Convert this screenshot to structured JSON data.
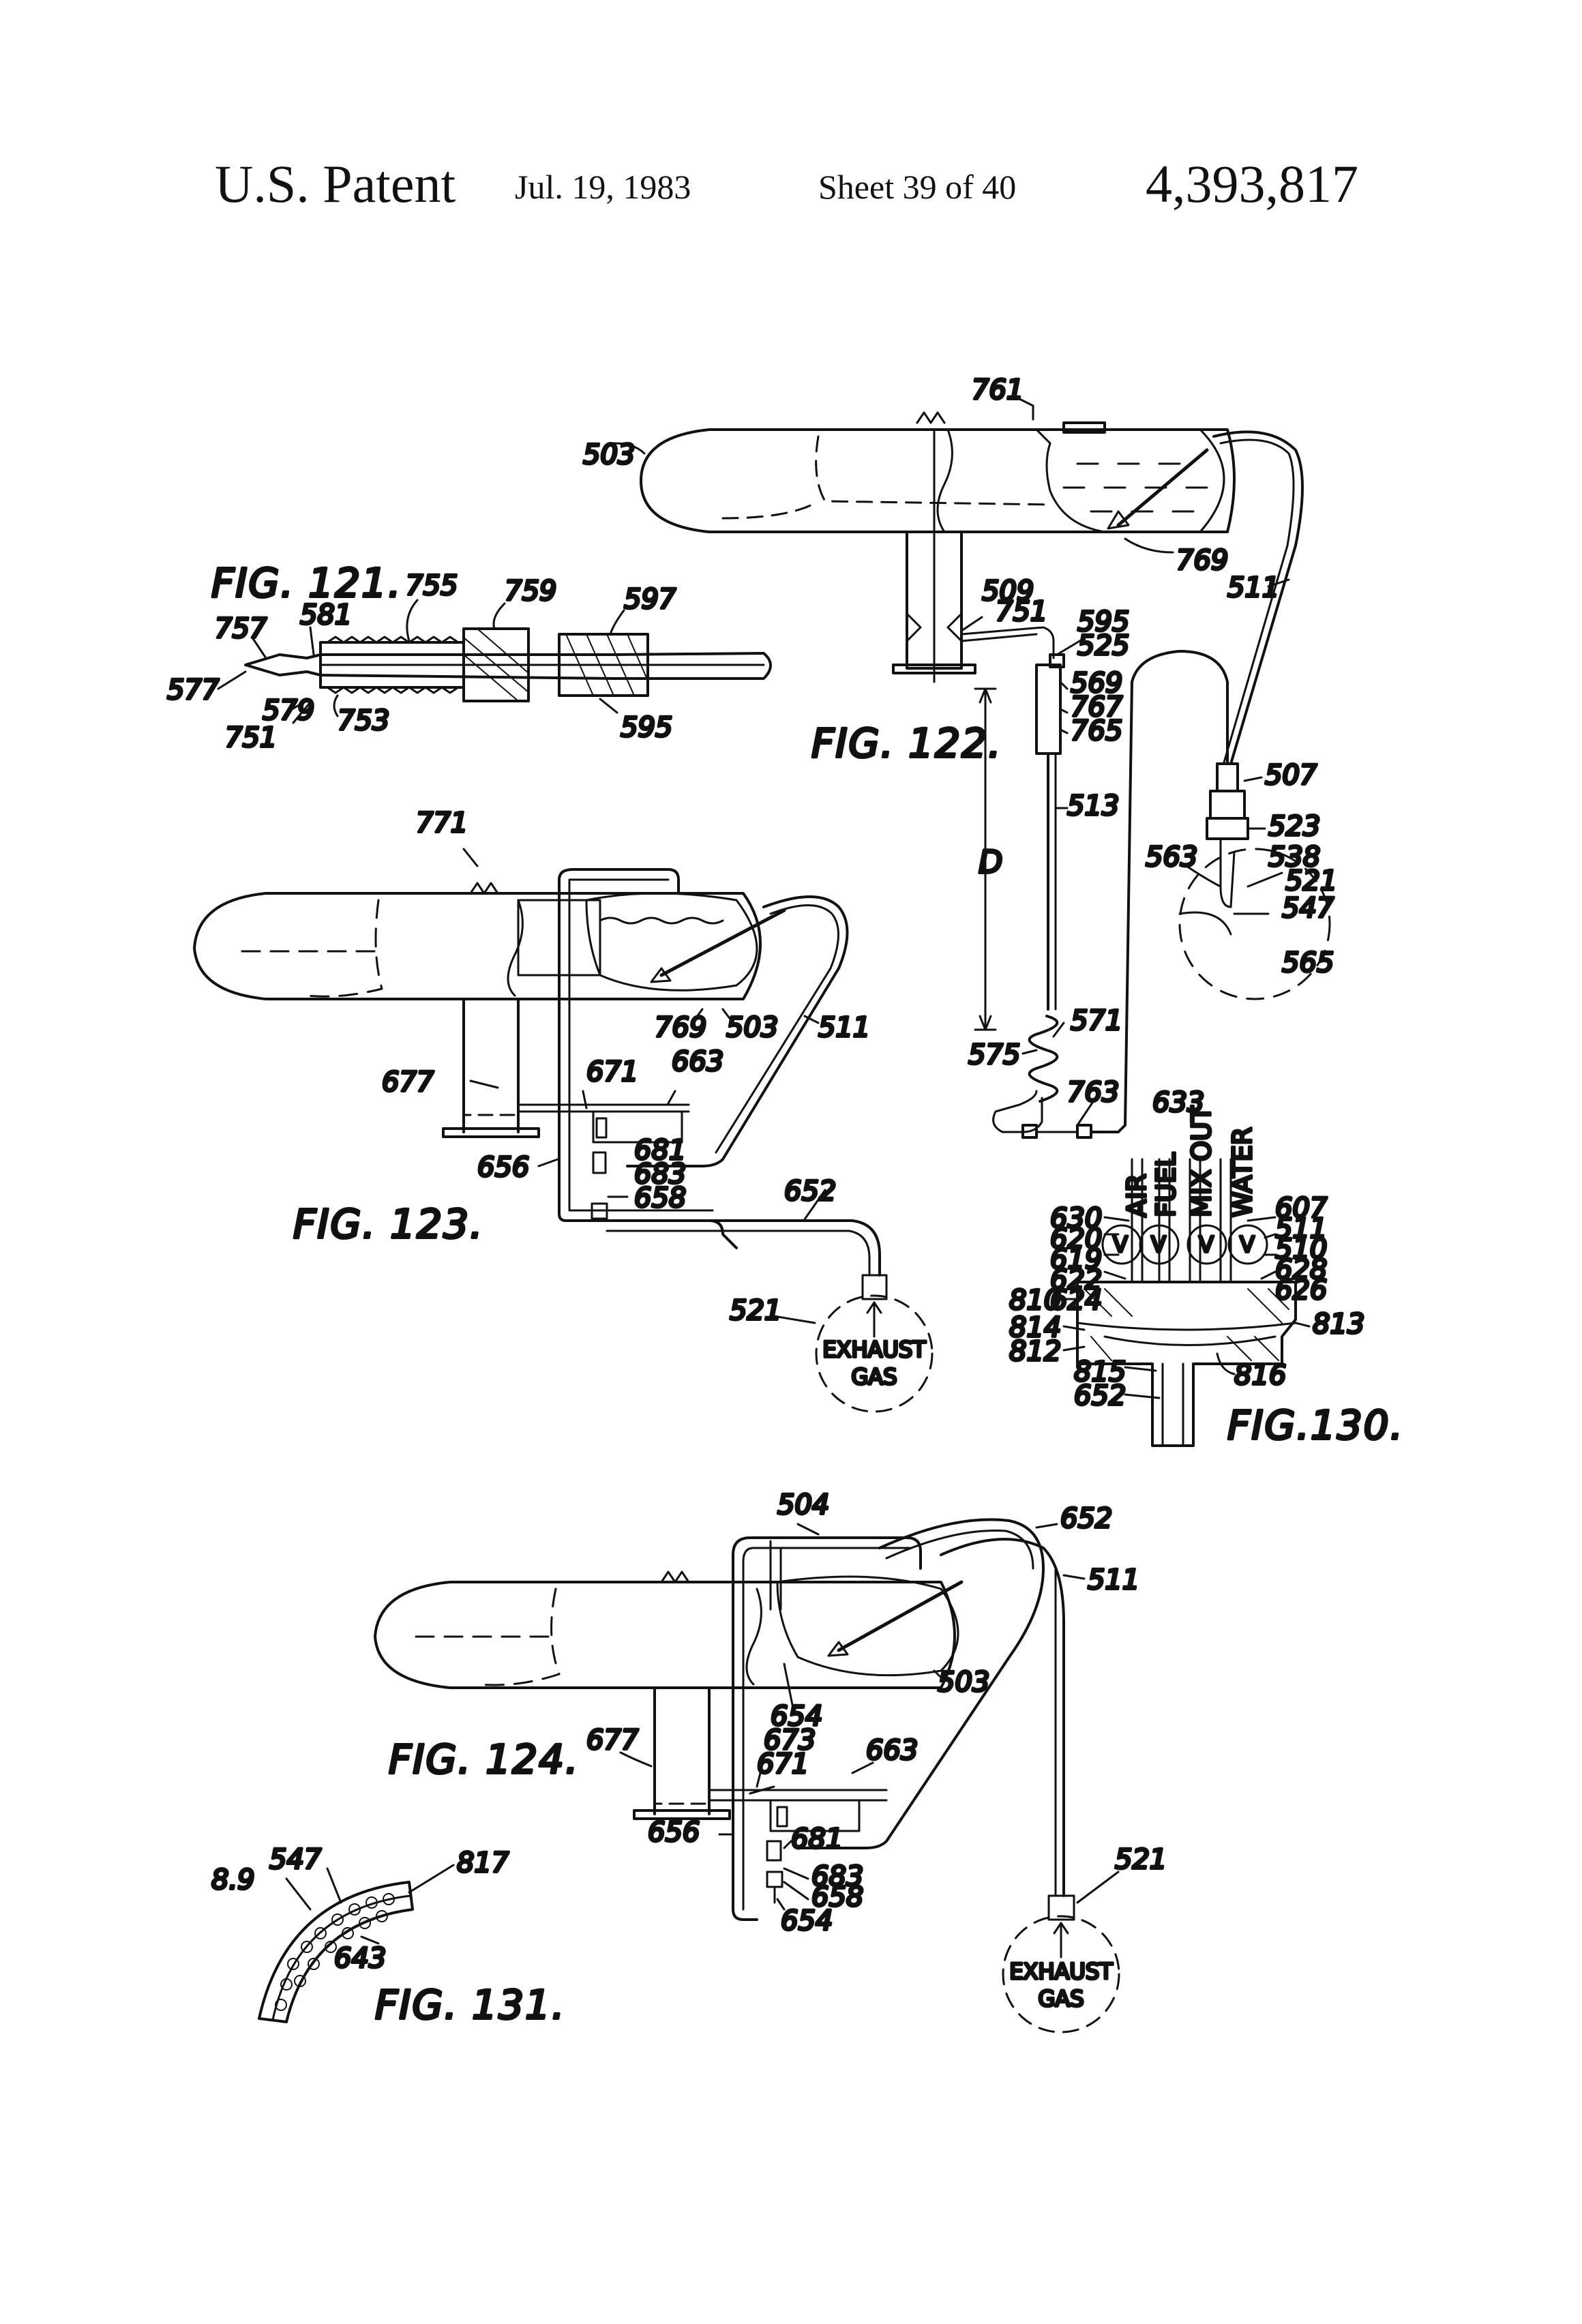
{
  "header": {
    "left": "U.S. Patent",
    "date": "Jul. 19, 1983",
    "sheet": "Sheet 39 of 40",
    "number": "4,393,817"
  },
  "figures": {
    "fig121": {
      "title": "FIG. 121.",
      "refs": {
        "r755": "755",
        "r759": "759",
        "r597": "597",
        "r581": "581",
        "r757": "757",
        "r577": "577",
        "r579": "579",
        "r751": "751",
        "r753": "753",
        "r595": "595"
      }
    },
    "fig122": {
      "title": "FIG. 122.",
      "refs": {
        "r761": "761",
        "r503": "503",
        "r769": "769",
        "r511": "511",
        "r509": "509",
        "r751": "751",
        "r595": "595",
        "r525": "525",
        "r569": "569",
        "r767": "767",
        "r765": "765",
        "r507": "507",
        "r513": "513",
        "D": "D",
        "r523": "523",
        "r563": "563",
        "r538": "538",
        "r521": "521",
        "r547": "547",
        "r565": "565",
        "r575": "575",
        "r571": "571",
        "r763": "763"
      }
    },
    "fig123": {
      "title": "FIG. 123.",
      "refs": {
        "r771": "771",
        "r769": "769",
        "r503": "503",
        "r511": "511",
        "r677": "677",
        "r671": "671",
        "r663": "663",
        "r681": "681",
        "r683": "683",
        "r656": "656",
        "r658": "658",
        "r652": "652",
        "r521": "521"
      },
      "circle_line1": "EXHAUST",
      "circle_line2": "GAS"
    },
    "fig130": {
      "title": "FIG.130.",
      "columns": [
        "AIR",
        "FUEL",
        "MIX OUT",
        "WATER"
      ],
      "valve_mark": "V",
      "refs": {
        "r633": "633",
        "r630": "630",
        "r620": "620",
        "r619": "619",
        "r622": "622",
        "r624": "624",
        "r607": "607",
        "r511": "511",
        "r510": "510",
        "r628": "628",
        "r626": "626",
        "r810": "810",
        "r814": "814",
        "r812": "812",
        "r813": "813",
        "r815": "815",
        "r652": "652",
        "r816": "816"
      }
    },
    "fig124": {
      "title": "FIG. 124.",
      "refs": {
        "r504": "504",
        "r652": "652",
        "r511": "511",
        "r503": "503",
        "r654a": "654",
        "r663": "663",
        "r673": "673",
        "r677": "677",
        "r671": "671",
        "r681": "681",
        "r656": "656",
        "r683": "683",
        "r658": "658",
        "r654b": "654",
        "r521": "521"
      },
      "circle_line1": "EXHAUST",
      "circle_line2": "GAS"
    },
    "fig131": {
      "title": "FIG. 131.",
      "refs": {
        "r547": "547",
        "r819": "8.9",
        "r817": "817",
        "r643": "643"
      }
    }
  }
}
